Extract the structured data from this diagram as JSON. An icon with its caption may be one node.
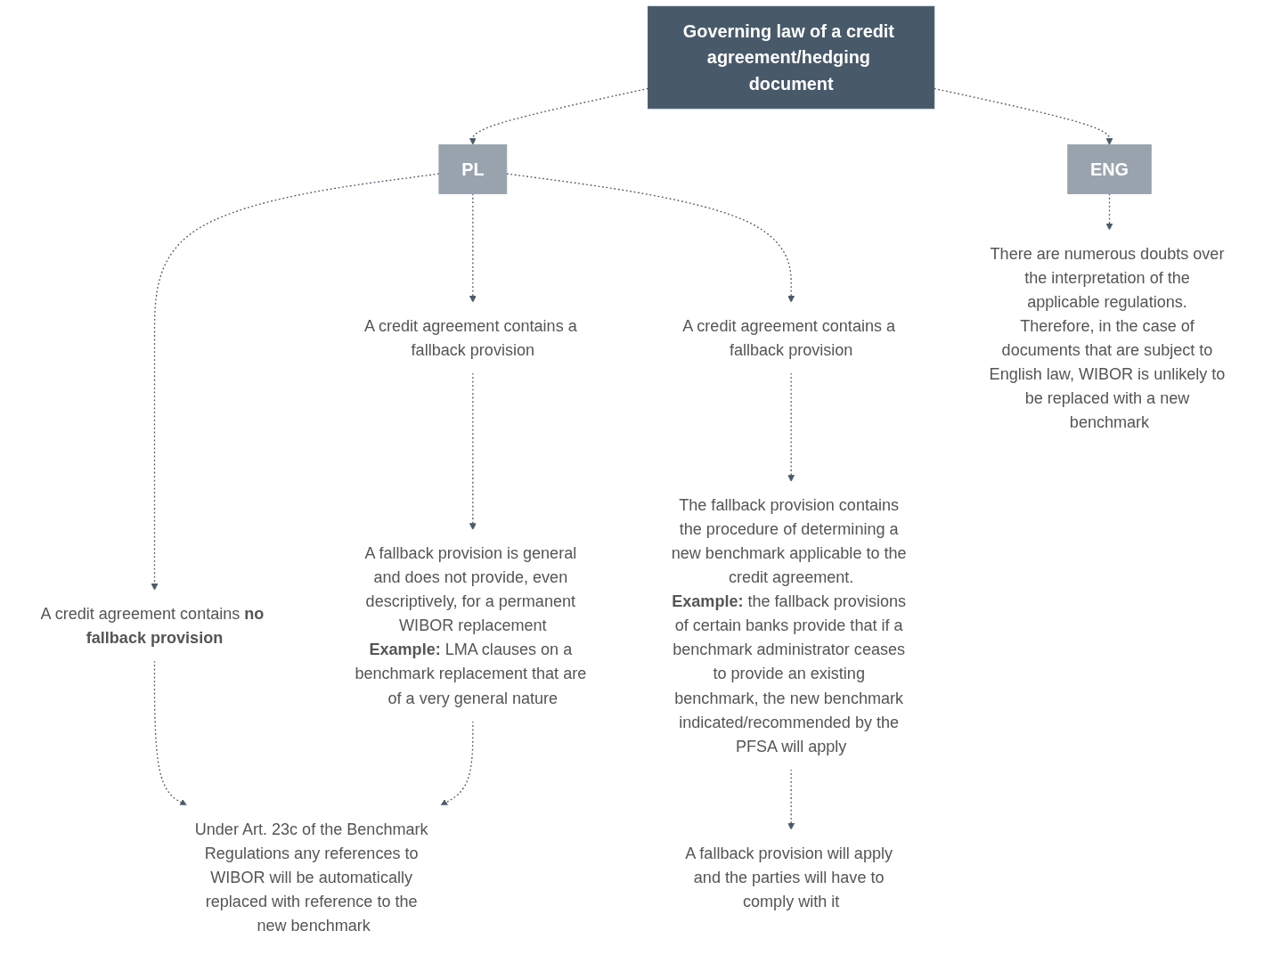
{
  "diagram": {
    "nodes": [
      {
        "text": [
          "Governing law of a credit agreement/hedging document"
        ]
      },
      {
        "text": [
          "PL"
        ]
      },
      {
        "text": [
          "ENG"
        ]
      },
      {
        "text": [
          "A credit agreement contains **no fallback provision**"
        ]
      },
      {
        "text": [
          "A credit agreement contains a fallback provision"
        ]
      },
      {
        "text": [
          "A credit agreement contains a fallback provision"
        ]
      },
      {
        "text": [
          "There are numerous doubts over the interpretation of the applicable regulations. Therefore, in the case of documents that are subject to English law, WIBOR is unlikely to be replaced with a new benchmark"
        ]
      },
      {
        "text": [
          "A fallback provision is general and does not provide, even descriptively, for a permanent WIBOR replacement",
          "**Example:** LMA clauses on a benchmark replacement that are of a very general nature"
        ]
      },
      {
        "text": [
          "The fallback provision contains the procedure of determining a new benchmark applicable to the credit agreement.",
          "**Example:** the fallback provisions of certain banks provide that if a benchmark administrator ceases to provide an existing benchmark, the new benchmark indicated/recommended by the PFSA will apply"
        ]
      },
      {
        "text": [
          "Under Art. 23c of the Benchmark Regulations any references to WIBOR will be automatically replaced with reference to the new benchmark"
        ]
      },
      {
        "text": [
          "A fallback provision will apply and the parties will have to comply with it"
        ]
      }
    ],
    "edges": [
      {
        "from": 0,
        "to": 1,
        "arrow": "to",
        "style": "dashed"
      },
      {
        "from": 0,
        "to": 2,
        "arrow": "to",
        "style": "dashed"
      },
      {
        "from": 1,
        "to": 3,
        "arrow": "to",
        "style": "dashed"
      },
      {
        "from": 1,
        "to": 4,
        "arrow": "to",
        "style": "dashed"
      },
      {
        "from": 1,
        "to": 5,
        "arrow": "to",
        "style": "dashed"
      },
      {
        "from": 2,
        "to": 6,
        "arrow": "to",
        "style": "dashed"
      },
      {
        "from": 4,
        "to": 7,
        "arrow": "to",
        "style": "dashed"
      },
      {
        "from": 5,
        "to": 8,
        "arrow": "to",
        "style": "dashed"
      },
      {
        "from": 3,
        "to": 9,
        "arrow": "to",
        "style": "dashed"
      },
      {
        "from": 7,
        "to": 9,
        "arrow": "to",
        "style": "dashed"
      },
      {
        "from": 8,
        "to": 10,
        "arrow": "to",
        "style": "dashed"
      }
    ]
  }
}
